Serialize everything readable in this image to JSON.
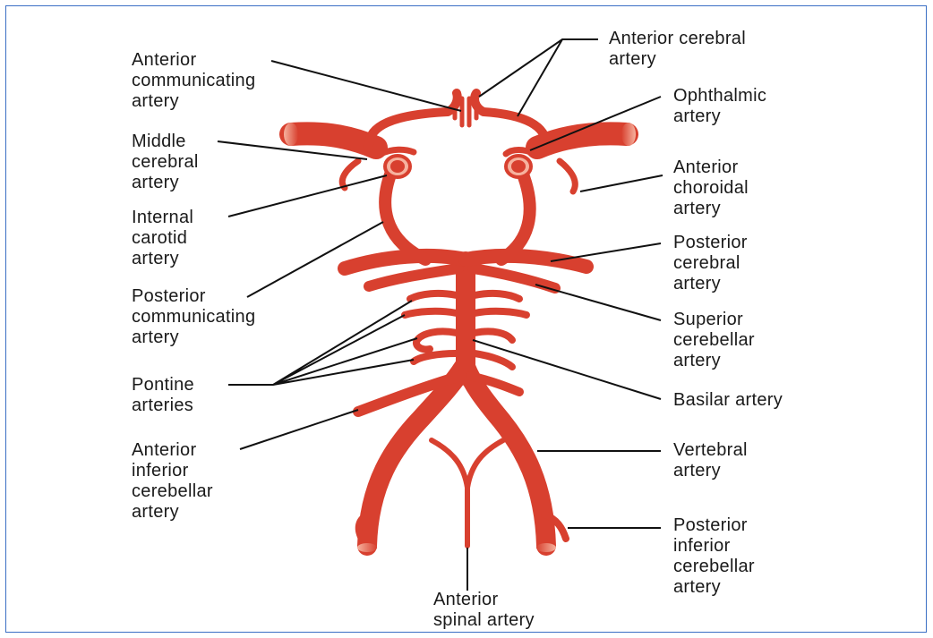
{
  "labels": {
    "acomm": {
      "lines": [
        "Anterior",
        "communicating",
        "artery"
      ]
    },
    "mca": {
      "lines": [
        "Middle",
        "cerebral",
        "artery"
      ]
    },
    "ica": {
      "lines": [
        "Internal",
        "carotid",
        "artery"
      ]
    },
    "pcomm": {
      "lines": [
        "Posterior",
        "communicating",
        "artery"
      ]
    },
    "pontine": {
      "lines": [
        "Pontine",
        "arteries"
      ]
    },
    "aica": {
      "lines": [
        "Anterior",
        "inferior",
        "cerebellar",
        "artery"
      ]
    },
    "aca": {
      "lines": [
        "Anterior cerebral",
        "artery"
      ]
    },
    "ophth": {
      "lines": [
        "Ophthalmic",
        "artery"
      ]
    },
    "achor": {
      "lines": [
        "Anterior",
        "choroidal",
        "artery"
      ]
    },
    "pca": {
      "lines": [
        "Posterior",
        "cerebral",
        "artery"
      ]
    },
    "sca": {
      "lines": [
        "Superior",
        "cerebellar",
        "artery"
      ]
    },
    "basilar": {
      "lines": [
        "Basilar artery"
      ]
    },
    "vert": {
      "lines": [
        "Vertebral",
        "artery"
      ]
    },
    "pica": {
      "lines": [
        "Posterior",
        "inferior",
        "cerebellar",
        "artery"
      ]
    },
    "asa": {
      "lines": [
        "Anterior",
        "spinal artery"
      ]
    }
  },
  "colors": {
    "artery": "#d8402f",
    "artery_dark": "#b92a1d",
    "artery_light": "#f08a72",
    "leader": "#111111",
    "frame": "#3b6fc4"
  }
}
